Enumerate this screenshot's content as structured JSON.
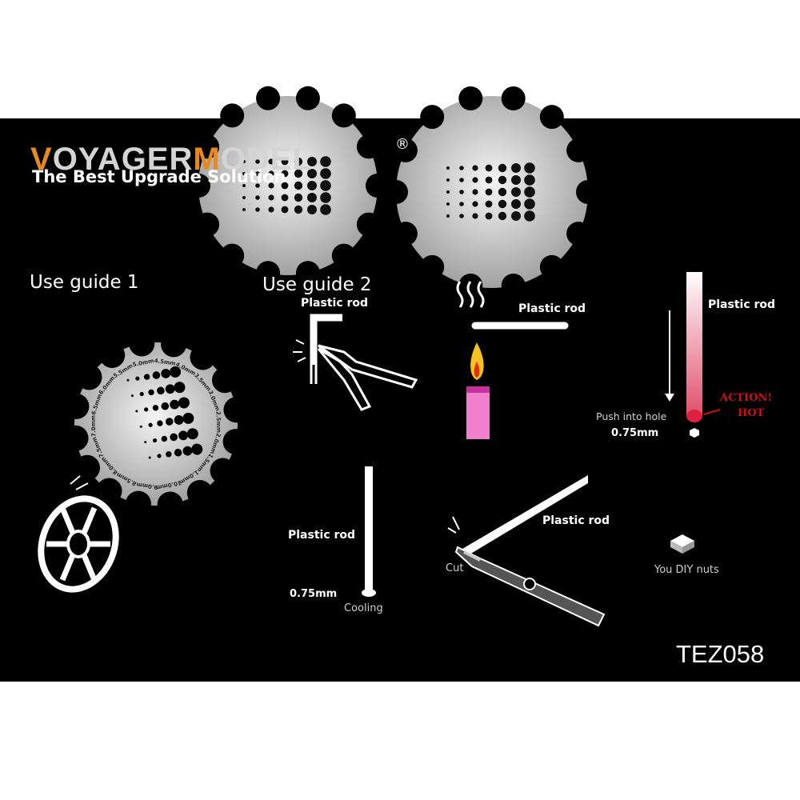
{
  "brand": {
    "logo_first": "V",
    "logo_mid": "OYAGER",
    "logo_m": "M",
    "logo_end": "ODEL",
    "registered": "®",
    "tagline": "The Best Upgrade Solution",
    "accent_color": "#e8891c"
  },
  "guide1": {
    "title": "Use guide 1",
    "gauge_labels": [
      "7.0mm",
      "6.5mm",
      "6.0mm",
      "5.5mm",
      "5.0mm",
      "4.5mm",
      "4.0mm",
      "3.5mm",
      "3.0mm",
      "2.5mm",
      "2.0mm",
      "1.5mm",
      "1.0mm",
      "10.0mm",
      "9.0mm",
      "8.5mm",
      "8.0mm",
      "7.5mm"
    ]
  },
  "guide2": {
    "title": "Use guide 2",
    "step1_label": "Plastic rod",
    "step2_label": "Plastic rod",
    "step3_label": "Plastic rod",
    "action": "ACTION!",
    "hot": "HOT",
    "push": "Push into hole",
    "size1": "0.75mm",
    "step4_label": "Plastic rod",
    "size2": "0.75mm",
    "cooling": "Cooling",
    "step5_label": "Plastic rod",
    "cut": "Cut",
    "nuts": "You DIY nuts"
  },
  "product_code": "TEZ058",
  "colors": {
    "background": "#000000",
    "rod_hot": "#e0405a",
    "candle": "#f07fd0",
    "warning": "#d01010"
  }
}
